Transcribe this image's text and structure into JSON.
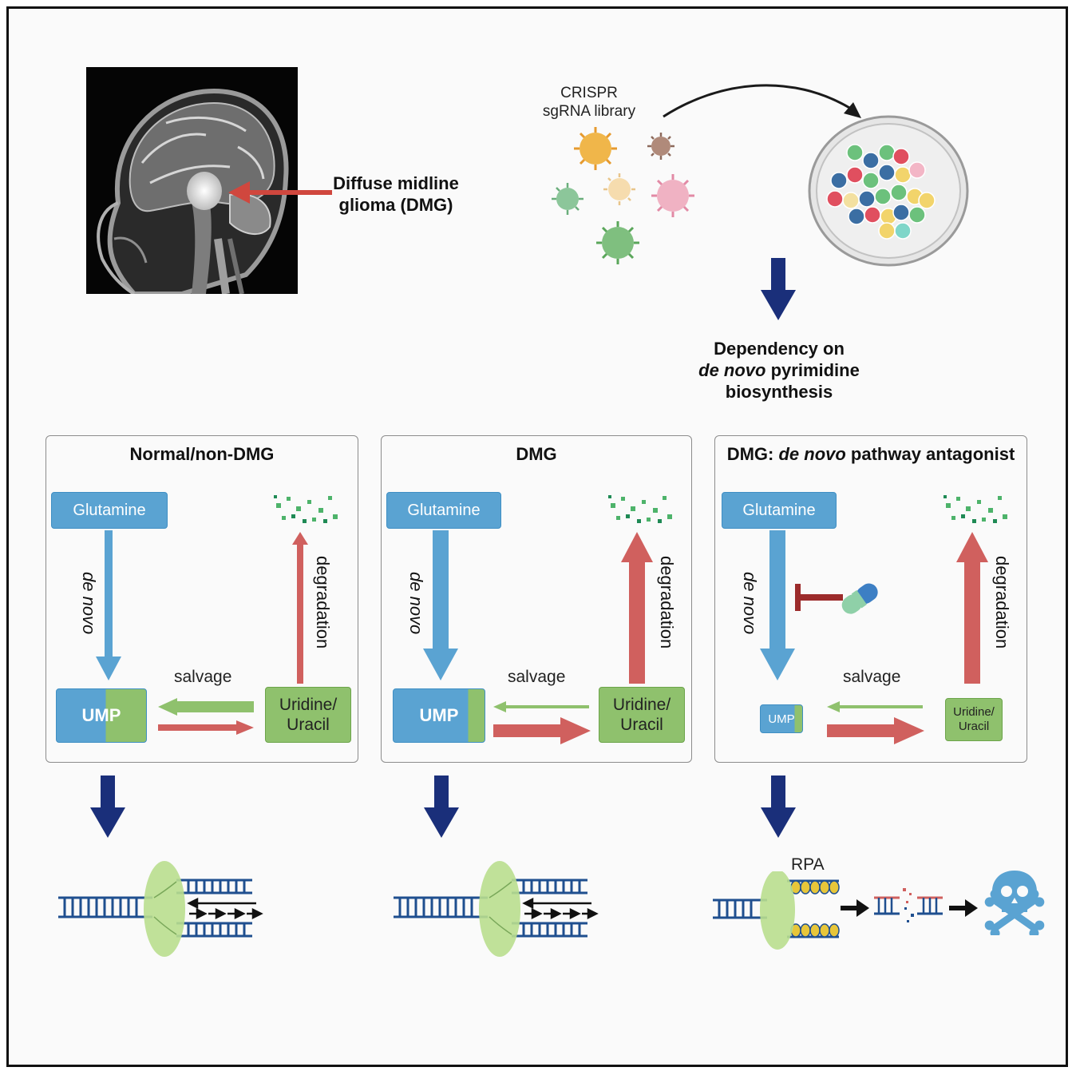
{
  "top_left": {
    "label_line1": "Diffuse midline",
    "label_line2": "glioma (DMG)"
  },
  "top_right": {
    "library_line1": "CRISPR",
    "library_line2": "sgRNA library",
    "result_line1": "Dependency on",
    "result_line2_italic": "de novo",
    "result_line2_rest": " pyrimidine",
    "result_line3": "biosynthesis"
  },
  "panels": [
    {
      "title": "Normal/non-DMG",
      "glutamine": "Glutamine",
      "de_novo": "de novo",
      "degradation": "degradation",
      "salvage": "salvage",
      "ump": "UMP",
      "uridine_line1": "Uridine/",
      "uridine_line2": "Uracil"
    },
    {
      "title": "DMG",
      "glutamine": "Glutamine",
      "de_novo": "de novo",
      "degradation": "degradation",
      "salvage": "salvage",
      "ump": "UMP",
      "uridine_line1": "Uridine/",
      "uridine_line2": "Uracil"
    },
    {
      "title_prefix": "DMG: ",
      "title_italic": "de novo",
      "title_suffix": " pathway antagonist",
      "glutamine": "Glutamine",
      "de_novo": "de novo",
      "degradation": "degradation",
      "salvage": "salvage",
      "ump": "UMP",
      "uridine_line1": "Uridine/",
      "uridine_line2": "Uracil"
    }
  ],
  "bottom": {
    "rpa_label": "RPA"
  },
  "colors": {
    "blue_box": "#5aa3d2",
    "green_box": "#8fc16d",
    "red_arrow": "#d0605e",
    "navy_arrow": "#1a2f7a",
    "dna_blue": "#1f4f8f",
    "replisome_green": "#b9de8e"
  }
}
